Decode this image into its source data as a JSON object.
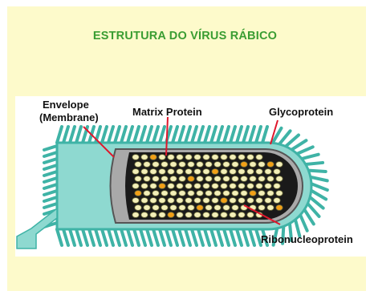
{
  "title": "ESTRUTURA DO VÍRUS RÁBICO",
  "labels": {
    "envelope_line1": "Envelope",
    "envelope_line2": "(Membrane)",
    "matrix": "Matrix Protein",
    "glycoprotein": "Glycoprotein",
    "ribonucleoprotein": "Ribonucleoprotein"
  },
  "colors": {
    "background": "#fdfacb",
    "title": "#3a9d32",
    "spikes": "#3fb3a6",
    "matrix": "#a9a9a9",
    "rnp_beads": "#f3efb8",
    "rnp_accent": "#f2a017",
    "pointer": "#e0162b"
  }
}
